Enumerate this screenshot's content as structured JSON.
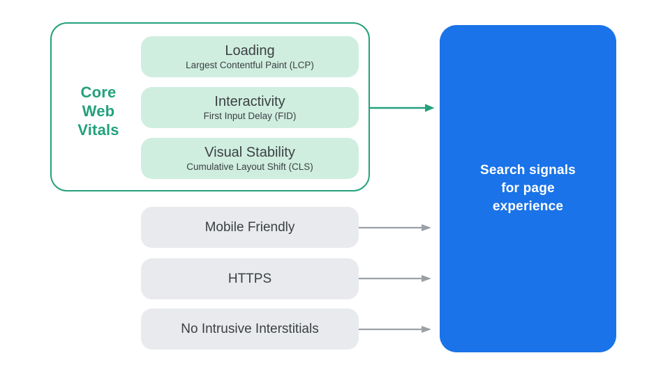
{
  "colors": {
    "green": "#23a17b",
    "green_light": "#cfeee0",
    "gray_box": "#e8eaed",
    "arrow_gray": "#9aa0a6",
    "blue": "#1a73e8",
    "text_dark": "#3c4043",
    "result_text": "#ffffff"
  },
  "core_web_vitals": {
    "label": "Core\nWeb\nVitals",
    "items": [
      {
        "title": "Loading",
        "subtitle": "Largest Contentful Paint (LCP)"
      },
      {
        "title": "Interactivity",
        "subtitle": "First Input Delay (FID)"
      },
      {
        "title": "Visual Stability",
        "subtitle": "Cumulative Layout Shift (CLS)"
      }
    ]
  },
  "other_signals": {
    "items": [
      {
        "label": "Mobile Friendly"
      },
      {
        "label": "HTTPS"
      },
      {
        "label": "No Intrusive Interstitials"
      }
    ]
  },
  "result_box": {
    "label": "Search signals\nfor page\nexperience"
  }
}
